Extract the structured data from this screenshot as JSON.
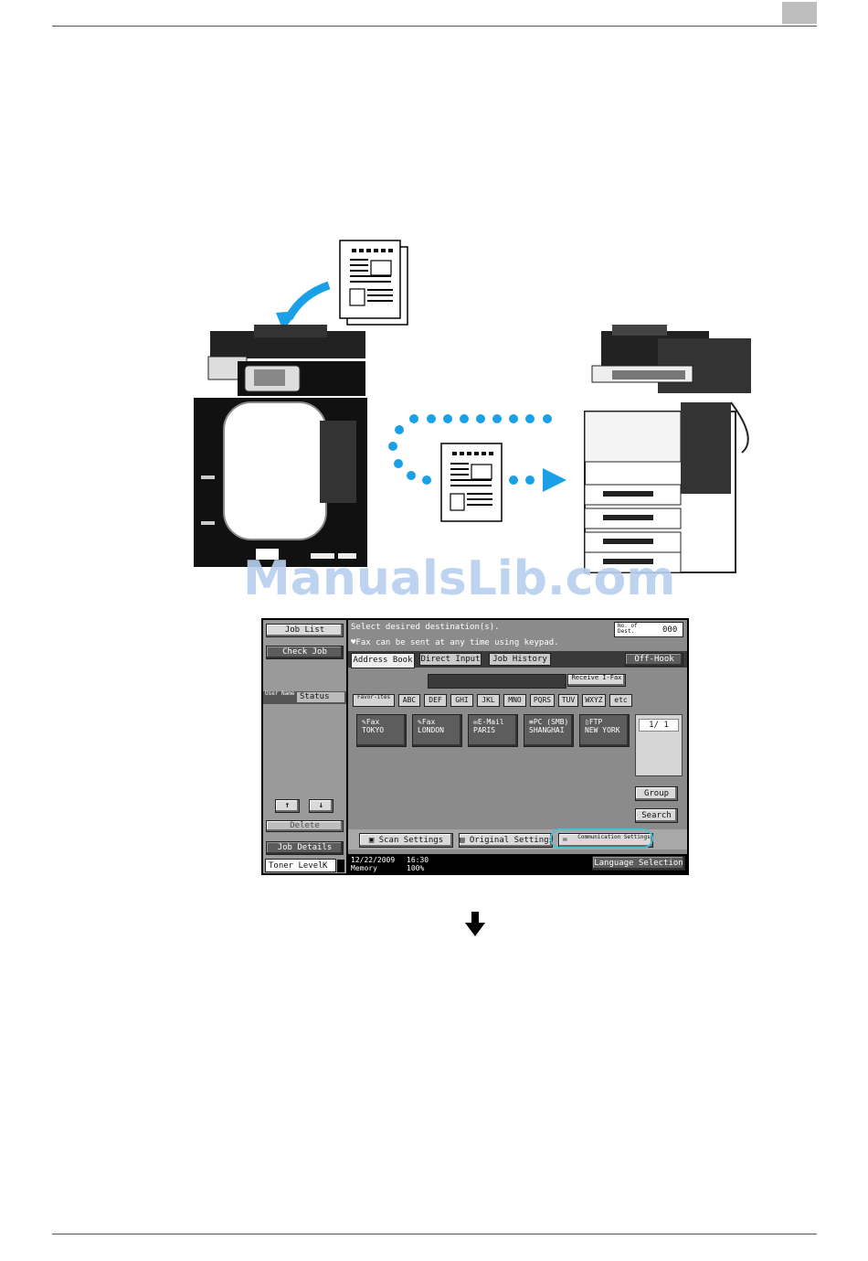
{
  "watermark": "ManualsLib.com",
  "panel": {
    "left": {
      "job_list": "Job List",
      "check_job": "Check Job",
      "header_user": "User Name",
      "header_status": "Status",
      "up_arrow": "↑",
      "down_arrow": "↓",
      "delete": "Delete",
      "job_details": "Job Details",
      "toner_label": "Toner Level",
      "toner_k": "K"
    },
    "message_line1": "Select desired destination(s).",
    "message_line2": "Fax can be sent at any time using keypad.",
    "dest_count_label": "No. of Dest.",
    "dest_count_value": "000",
    "tabs": [
      "Address Book",
      "Direct Input",
      "Job History"
    ],
    "off_hook": "Off-Hook",
    "receive_ifax": "Receive I-Fax",
    "index_keys": [
      "Favor-ites",
      "ABC",
      "DEF",
      "GHI",
      "JKL",
      "MNO",
      "PQRS",
      "TUV",
      "WXYZ",
      "etc"
    ],
    "destinations": [
      {
        "type": "Fax",
        "name": "TOKYO"
      },
      {
        "type": "Fax",
        "name": "LONDON"
      },
      {
        "type": "E-Mail",
        "name": "PARIS"
      },
      {
        "type": "PC (SMB)",
        "name": "SHANGHAI"
      },
      {
        "type": "FTP",
        "name": "NEW YORK"
      }
    ],
    "page_indicator": "1/ 1",
    "group": "Group",
    "search": "Search",
    "scan_settings": "Scan Settings",
    "original_settings": "Original Settings",
    "communication_settings": "Communication Settings",
    "date": "12/22/2009",
    "time": "16:30",
    "memory_label": "Memory",
    "memory_value": "100%",
    "language_selection": "Language Selection"
  },
  "colors": {
    "accent_highlight": "#47c1d6",
    "arrow_blue": "#1aa0e6",
    "watermark": "#b8cfee"
  }
}
